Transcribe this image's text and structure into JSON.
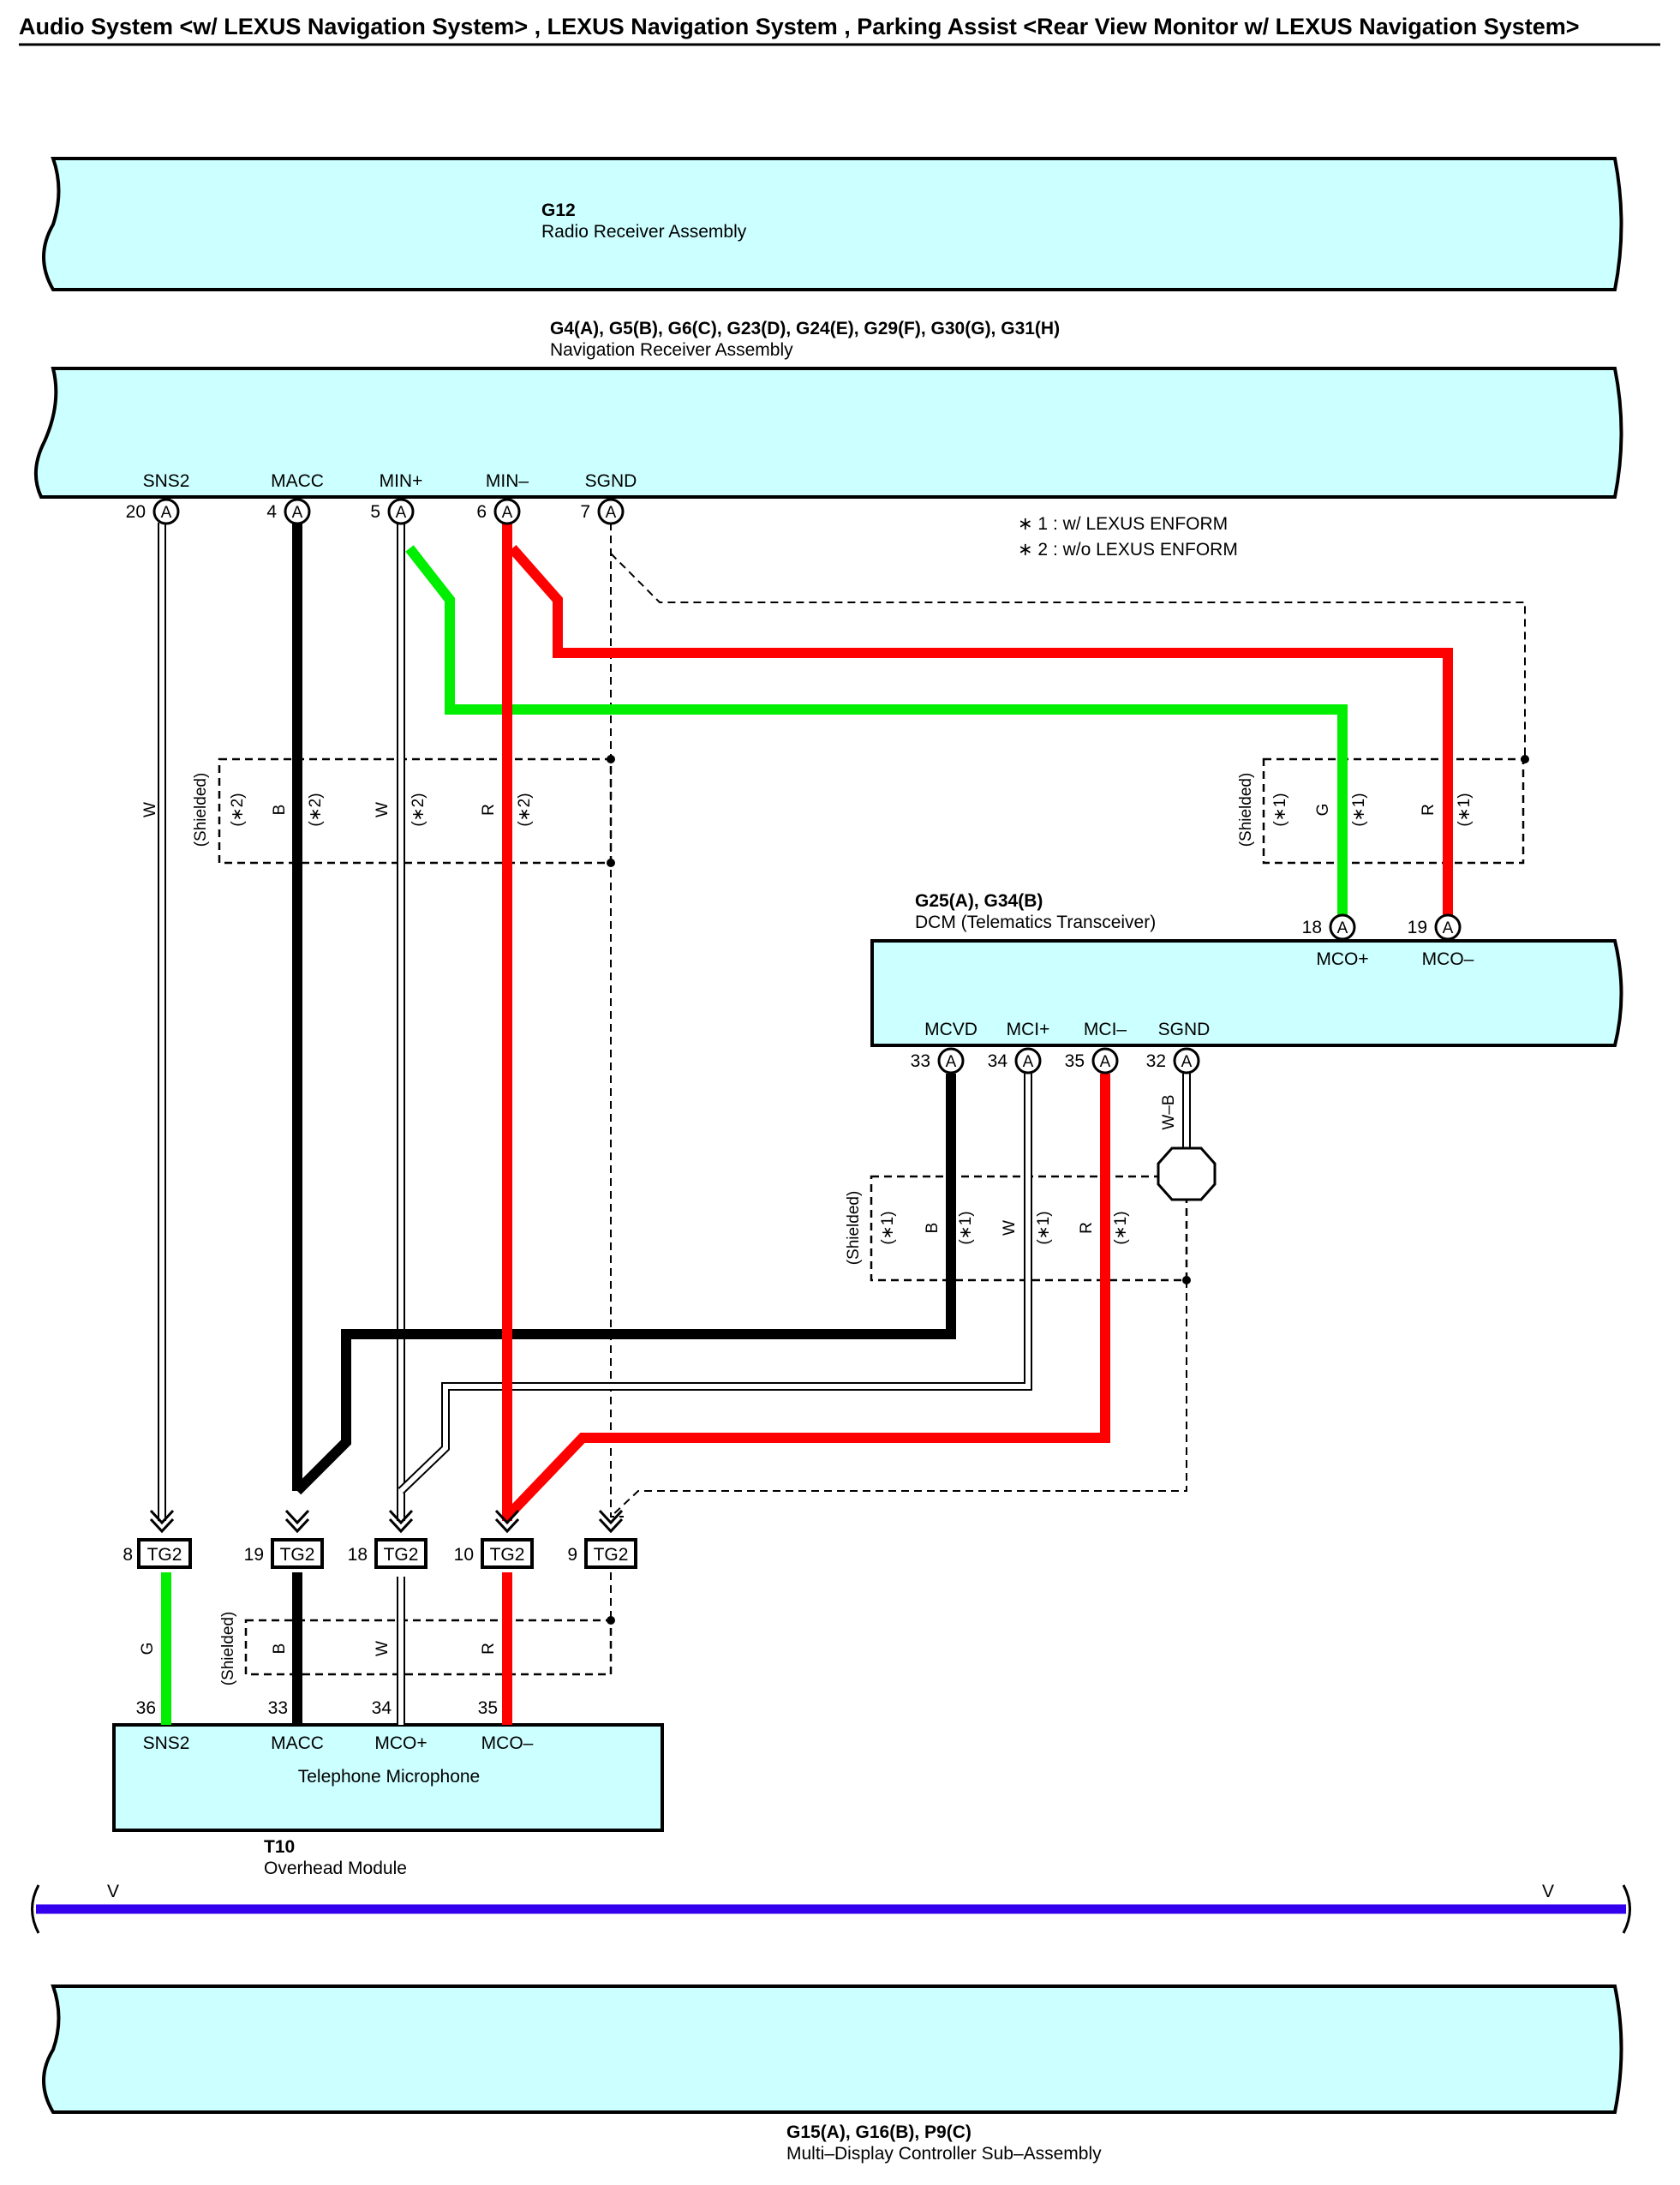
{
  "title": "Audio System <w/ LEXUS Navigation System> , LEXUS Navigation System , Parking Assist <Rear View Monitor w/ LEXUS Navigation System>",
  "colors": {
    "box_fill": "#ccffff",
    "green": "#00ee00",
    "red": "#ff0000",
    "black": "#000000",
    "white_wire": "#ffffff",
    "violet_bus": "#3300ee"
  },
  "components": {
    "radio": {
      "code": "G12",
      "name": "Radio Receiver Assembly"
    },
    "nav": {
      "code": "G4(A), G5(B), G6(C), G23(D), G24(E), G29(F), G30(G), G31(H)",
      "name": "Navigation Receiver Assembly",
      "pins": [
        {
          "name": "SNS2",
          "num": "20",
          "conn": "A"
        },
        {
          "name": "MACC",
          "num": "4",
          "conn": "A"
        },
        {
          "name": "MIN+",
          "num": "5",
          "conn": "A"
        },
        {
          "name": "MIN–",
          "num": "6",
          "conn": "A"
        },
        {
          "name": "SGND",
          "num": "7",
          "conn": "A"
        }
      ]
    },
    "dcm": {
      "code": "G25(A), G34(B)",
      "name": "DCM (Telematics Transceiver)",
      "top_pins": [
        {
          "name": "MCO+",
          "num": "18",
          "conn": "A"
        },
        {
          "name": "MCO–",
          "num": "19",
          "conn": "A"
        }
      ],
      "bottom_pins": [
        {
          "name": "MCVD",
          "num": "33",
          "conn": "A"
        },
        {
          "name": "MCI+",
          "num": "34",
          "conn": "A"
        },
        {
          "name": "MCI–",
          "num": "35",
          "conn": "A"
        },
        {
          "name": "SGND",
          "num": "32",
          "conn": "A"
        }
      ]
    },
    "overhead": {
      "code": "T10",
      "name": "Overhead Module",
      "inner": "Telephone Microphone",
      "pins": [
        {
          "name": "SNS2",
          "num": "36"
        },
        {
          "name": "MACC",
          "num": "33"
        },
        {
          "name": "MCO+",
          "num": "34"
        },
        {
          "name": "MCO–",
          "num": "35"
        }
      ]
    },
    "multi": {
      "code": "G15(A), G16(B), P9(C)",
      "name": "Multi–Display Controller Sub–Assembly"
    }
  },
  "notes": [
    "∗ 1 : w/ LEXUS ENFORM",
    "∗ 2 : w/o LEXUS ENFORM"
  ],
  "junctions": [
    {
      "num": "8",
      "label": "TG2"
    },
    {
      "num": "19",
      "label": "TG2"
    },
    {
      "num": "18",
      "label": "TG2"
    },
    {
      "num": "10",
      "label": "TG2"
    },
    {
      "num": "9",
      "label": "TG2"
    }
  ],
  "shield_labels": {
    "shielded": "(Shielded)",
    "star1": "(∗1)",
    "star2": "(∗2)"
  },
  "wire_colors": {
    "w": "W",
    "b": "B",
    "r": "R",
    "g": "G",
    "wb": "W–B"
  },
  "bus_label": "V"
}
